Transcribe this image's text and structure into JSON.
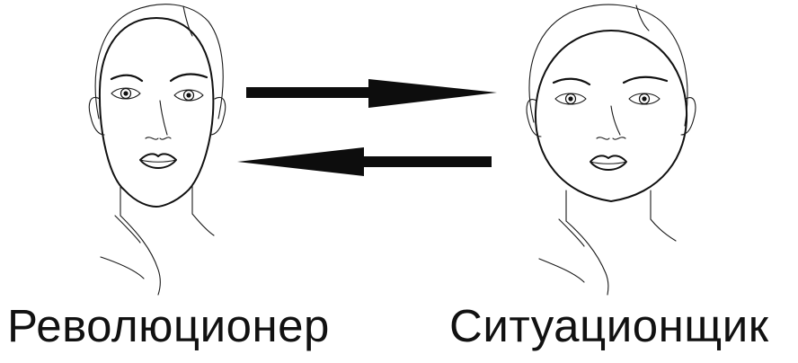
{
  "labels": {
    "left_face": "Революционер",
    "right_face": "Ситуационщик"
  },
  "colors": {
    "ink": "#111111",
    "background": "#ffffff"
  },
  "arrows": [
    {
      "direction": "right",
      "from": "left_face",
      "to": "right_face"
    },
    {
      "direction": "left",
      "from": "right_face",
      "to": "left_face"
    }
  ]
}
